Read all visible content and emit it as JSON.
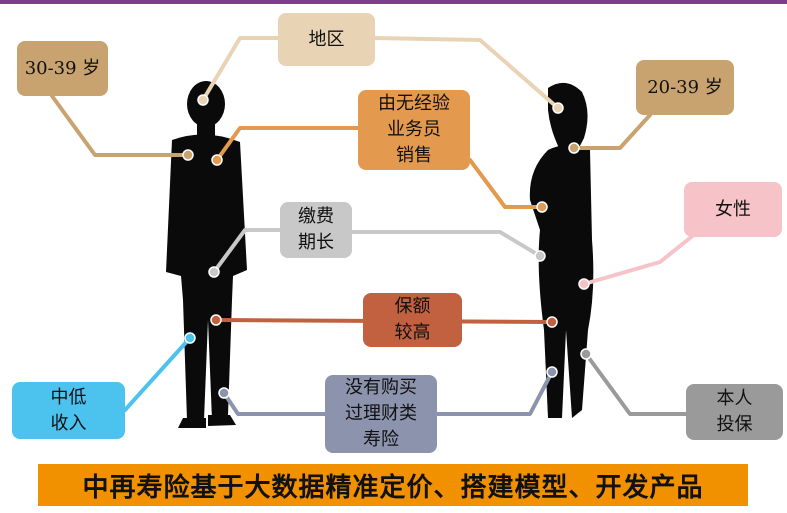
{
  "labels": {
    "region": "地区",
    "age_male": "30-39 岁",
    "age_female": "20-39 岁",
    "sales": "由无经验\n业务员\n销售",
    "female": "女性",
    "payment": "缴费\n期长",
    "coverage": "保额\n较高",
    "income": "中低\n收入",
    "no_purchase": "没有购买\n过理财类\n寿险",
    "self_insured": "本人\n投保"
  },
  "banner": "中再寿险基于大数据精准定价、搭建模型、开发产品",
  "colors": {
    "accent_line": "#7b3f8e",
    "region": "#e8d3b4",
    "age": "#c9a36f",
    "sales": "#e39a4e",
    "female": "#f6c4c8",
    "payment": "#c8c8c8",
    "coverage": "#c1613f",
    "income": "#4cc2ef",
    "no_purchase": "#8b93ad",
    "self_insured": "#9a9a9a",
    "banner": "#f29100"
  }
}
